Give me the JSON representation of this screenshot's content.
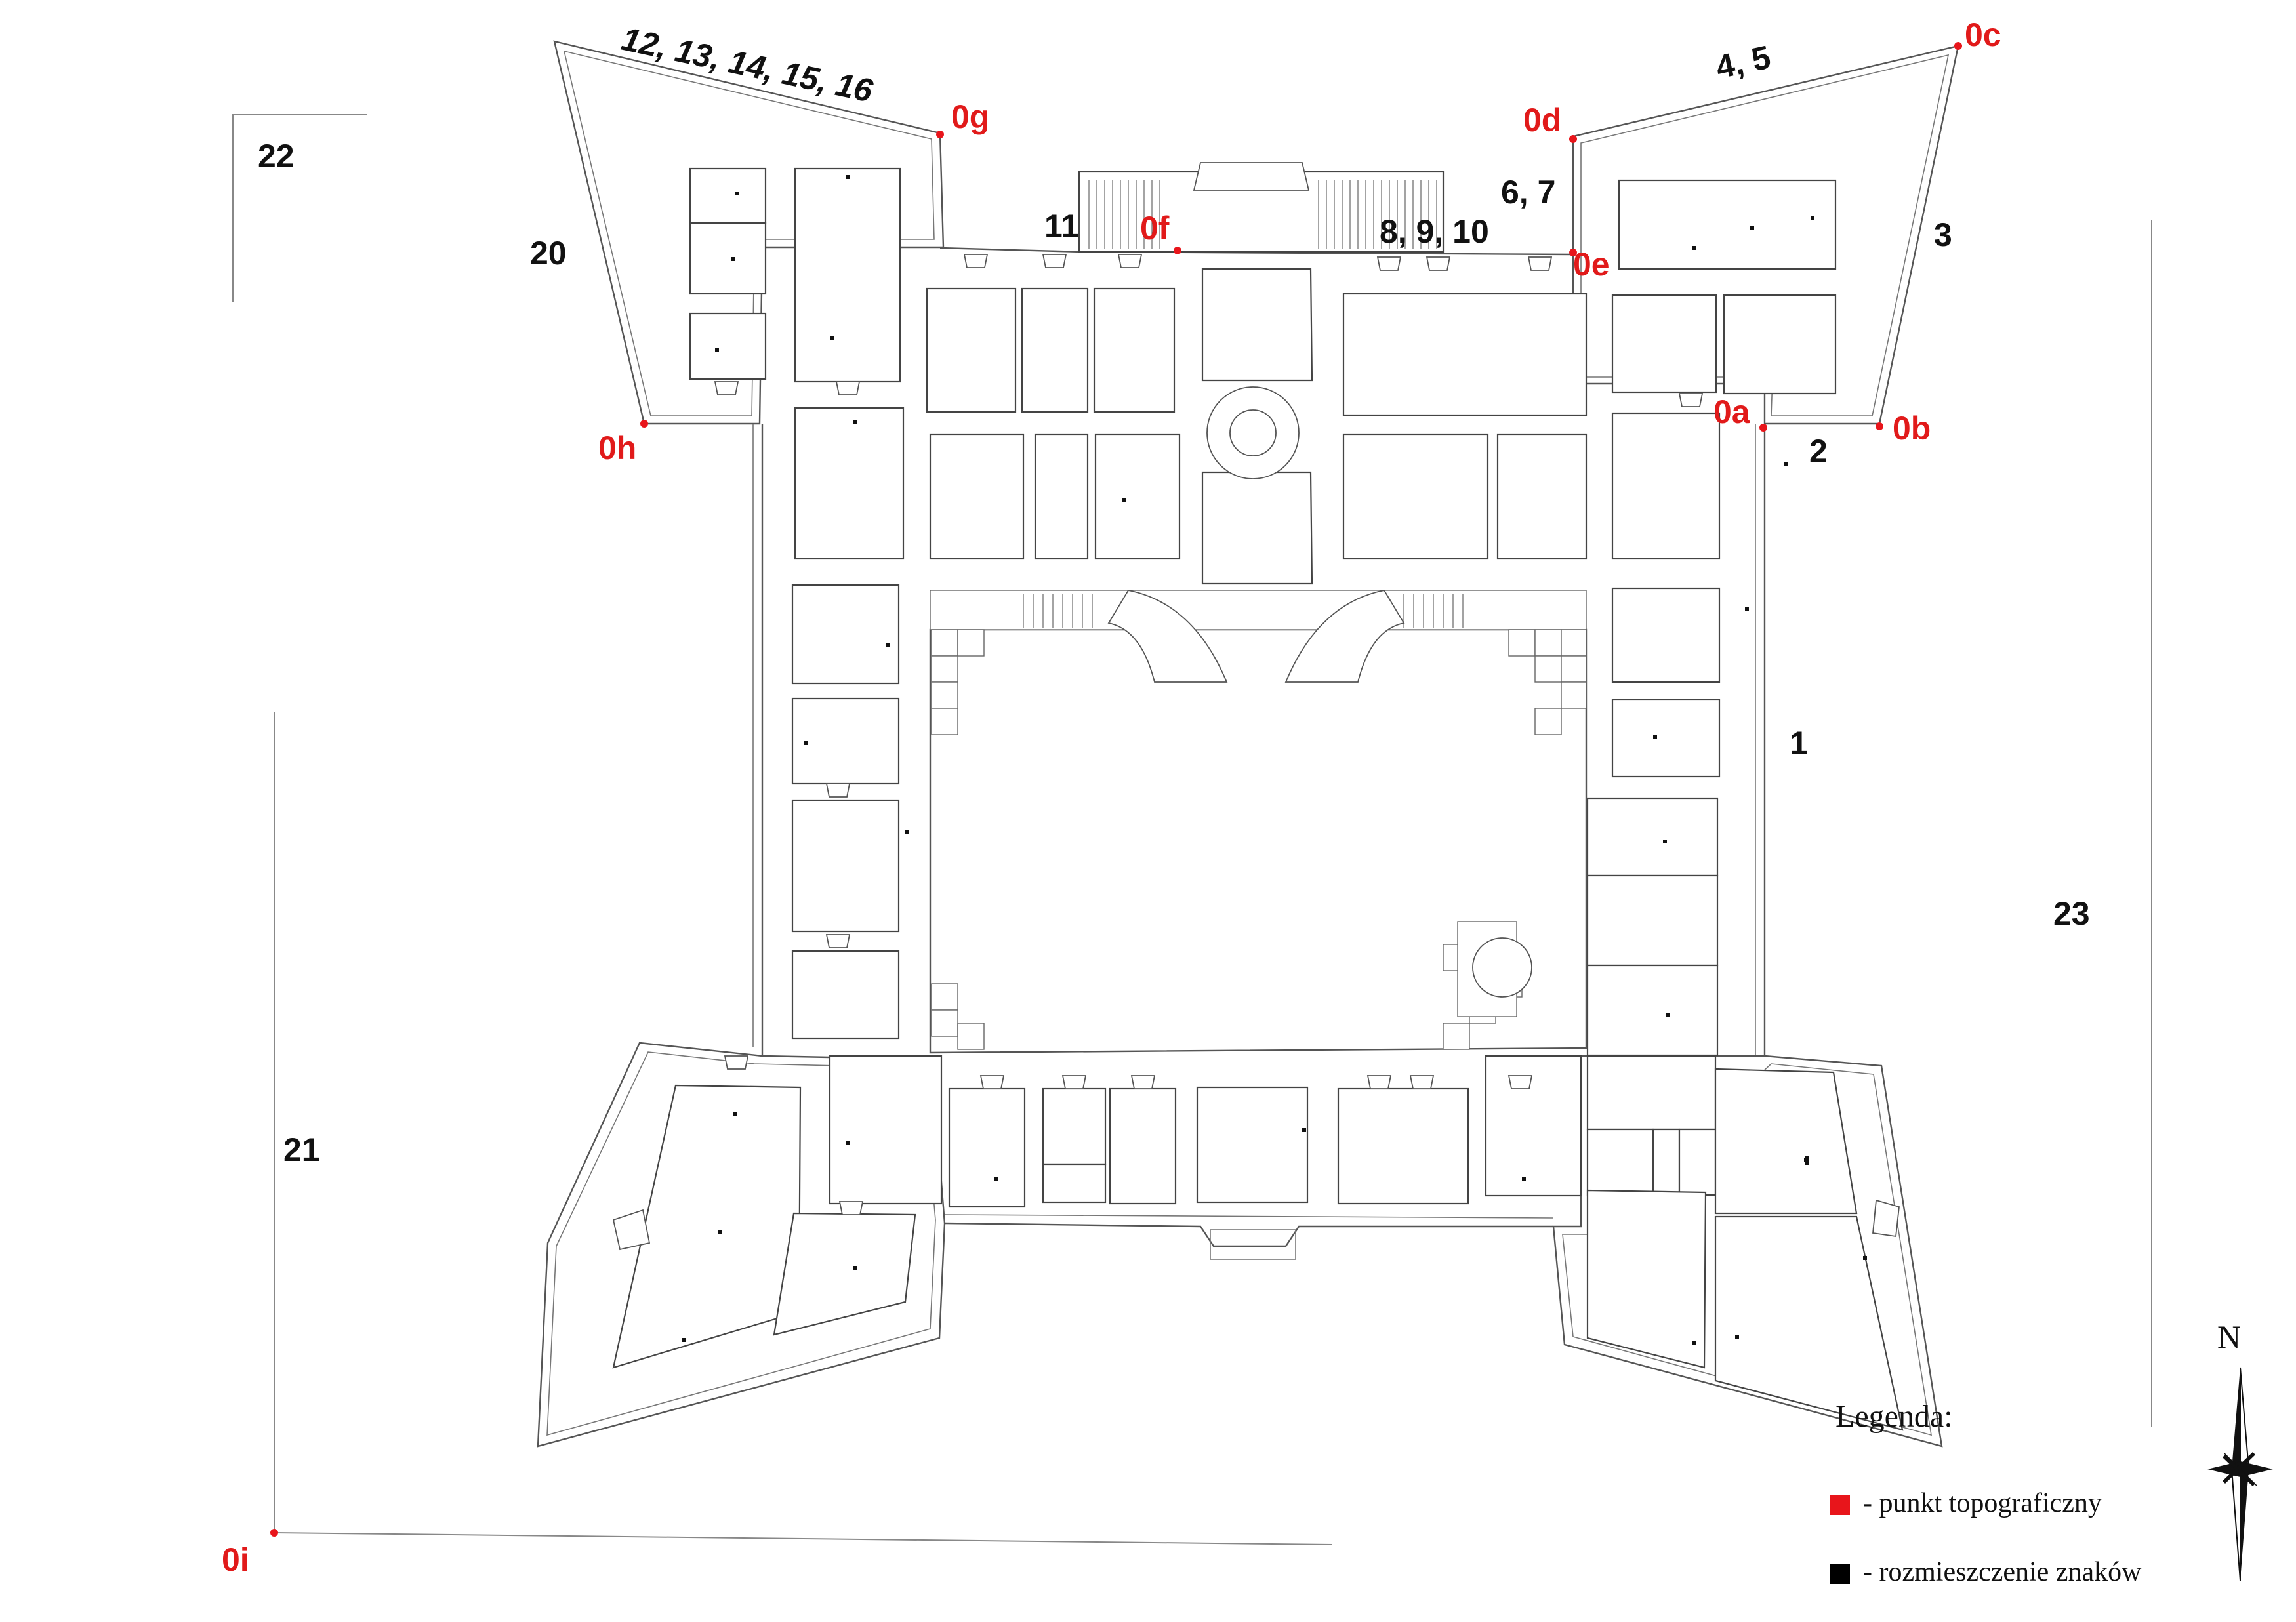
{
  "map": {
    "area_labels": [
      {
        "id": "a1",
        "text": "1"
      },
      {
        "id": "a2",
        "text": "2"
      },
      {
        "id": "a3",
        "text": "3"
      },
      {
        "id": "a45",
        "text": "4, 5"
      },
      {
        "id": "a67",
        "text": "6, 7"
      },
      {
        "id": "a8910",
        "text": "8, 9, 10"
      },
      {
        "id": "a11",
        "text": "11"
      },
      {
        "id": "a1216",
        "text": "12, 13, 14, 15, 16"
      },
      {
        "id": "a20",
        "text": "20"
      },
      {
        "id": "a21",
        "text": "21"
      },
      {
        "id": "a22",
        "text": "22"
      },
      {
        "id": "a23",
        "text": "23"
      }
    ],
    "topo_points": [
      {
        "id": "p0a",
        "text": "0a"
      },
      {
        "id": "p0b",
        "text": "0b"
      },
      {
        "id": "p0c",
        "text": "0c"
      },
      {
        "id": "p0d",
        "text": "0d"
      },
      {
        "id": "p0e",
        "text": "0e"
      },
      {
        "id": "p0f",
        "text": "0f"
      },
      {
        "id": "p0g",
        "text": "0g"
      },
      {
        "id": "p0h",
        "text": "0h"
      },
      {
        "id": "p0i",
        "text": "0i"
      }
    ]
  },
  "legend": {
    "title": "Legenda:",
    "items": [
      {
        "text": "- punkt topograficzny",
        "color": "#e8151b"
      },
      {
        "text": "- rozmieszczenie znaków",
        "color": "#000000"
      }
    ]
  },
  "compass": {
    "label": "N"
  },
  "colors": {
    "topo_point": "#e8151b",
    "sign": "#111111",
    "walls": "#555555"
  }
}
